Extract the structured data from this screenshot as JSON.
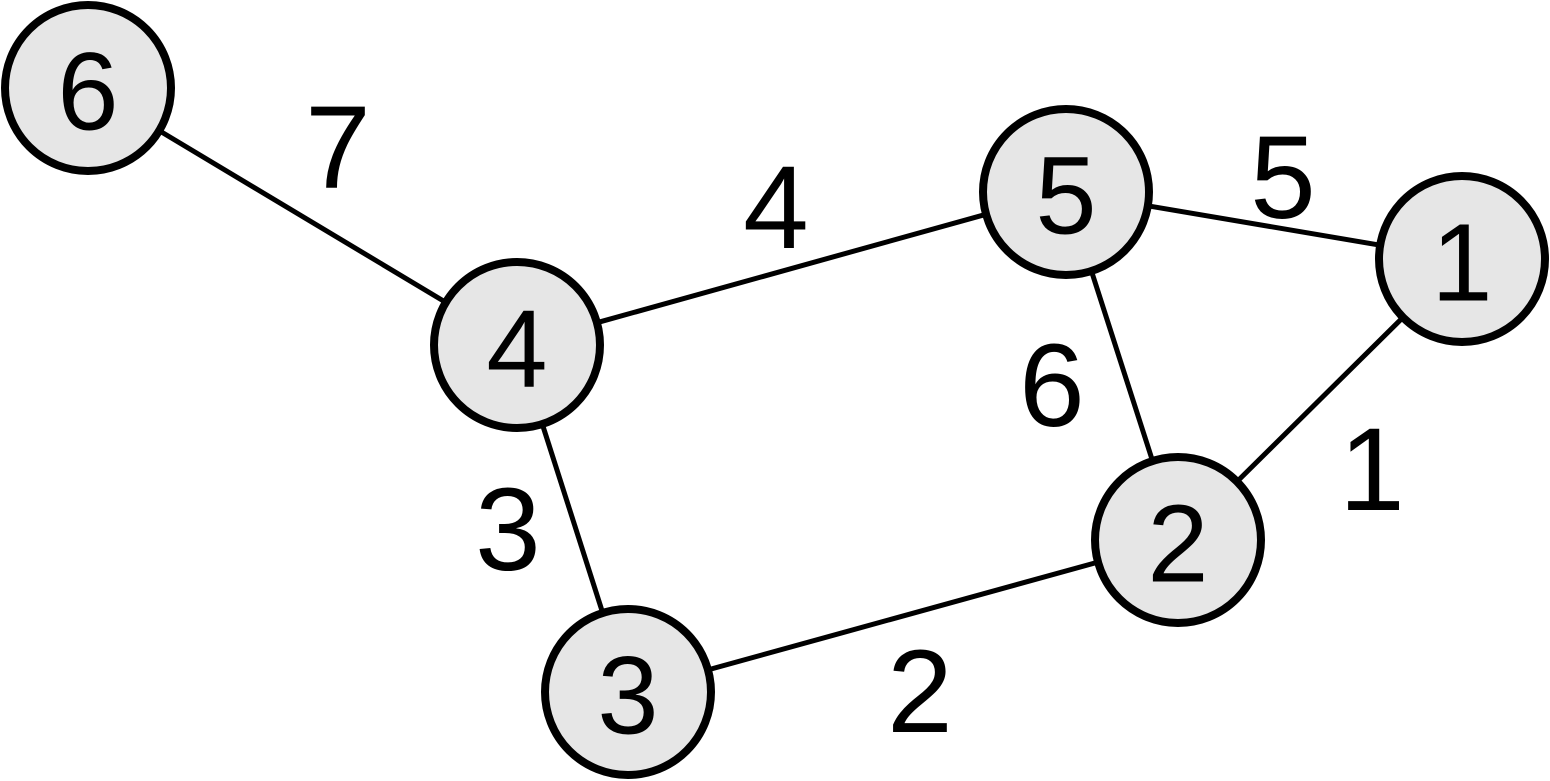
{
  "colors": {
    "node_fill": "#e6e6e6",
    "stroke": "#000000",
    "background": "#ffffff"
  },
  "nodes": [
    {
      "id": "6",
      "label": "6"
    },
    {
      "id": "4",
      "label": "4"
    },
    {
      "id": "5",
      "label": "5"
    },
    {
      "id": "1",
      "label": "1"
    },
    {
      "id": "2",
      "label": "2"
    },
    {
      "id": "3",
      "label": "3"
    }
  ],
  "edges": [
    {
      "from": "6",
      "to": "4",
      "weight": "7"
    },
    {
      "from": "4",
      "to": "5",
      "weight": "4"
    },
    {
      "from": "5",
      "to": "1",
      "weight": "5"
    },
    {
      "from": "5",
      "to": "2",
      "weight": "6"
    },
    {
      "from": "1",
      "to": "2",
      "weight": "1"
    },
    {
      "from": "4",
      "to": "3",
      "weight": "3"
    },
    {
      "from": "3",
      "to": "2",
      "weight": "2"
    }
  ]
}
